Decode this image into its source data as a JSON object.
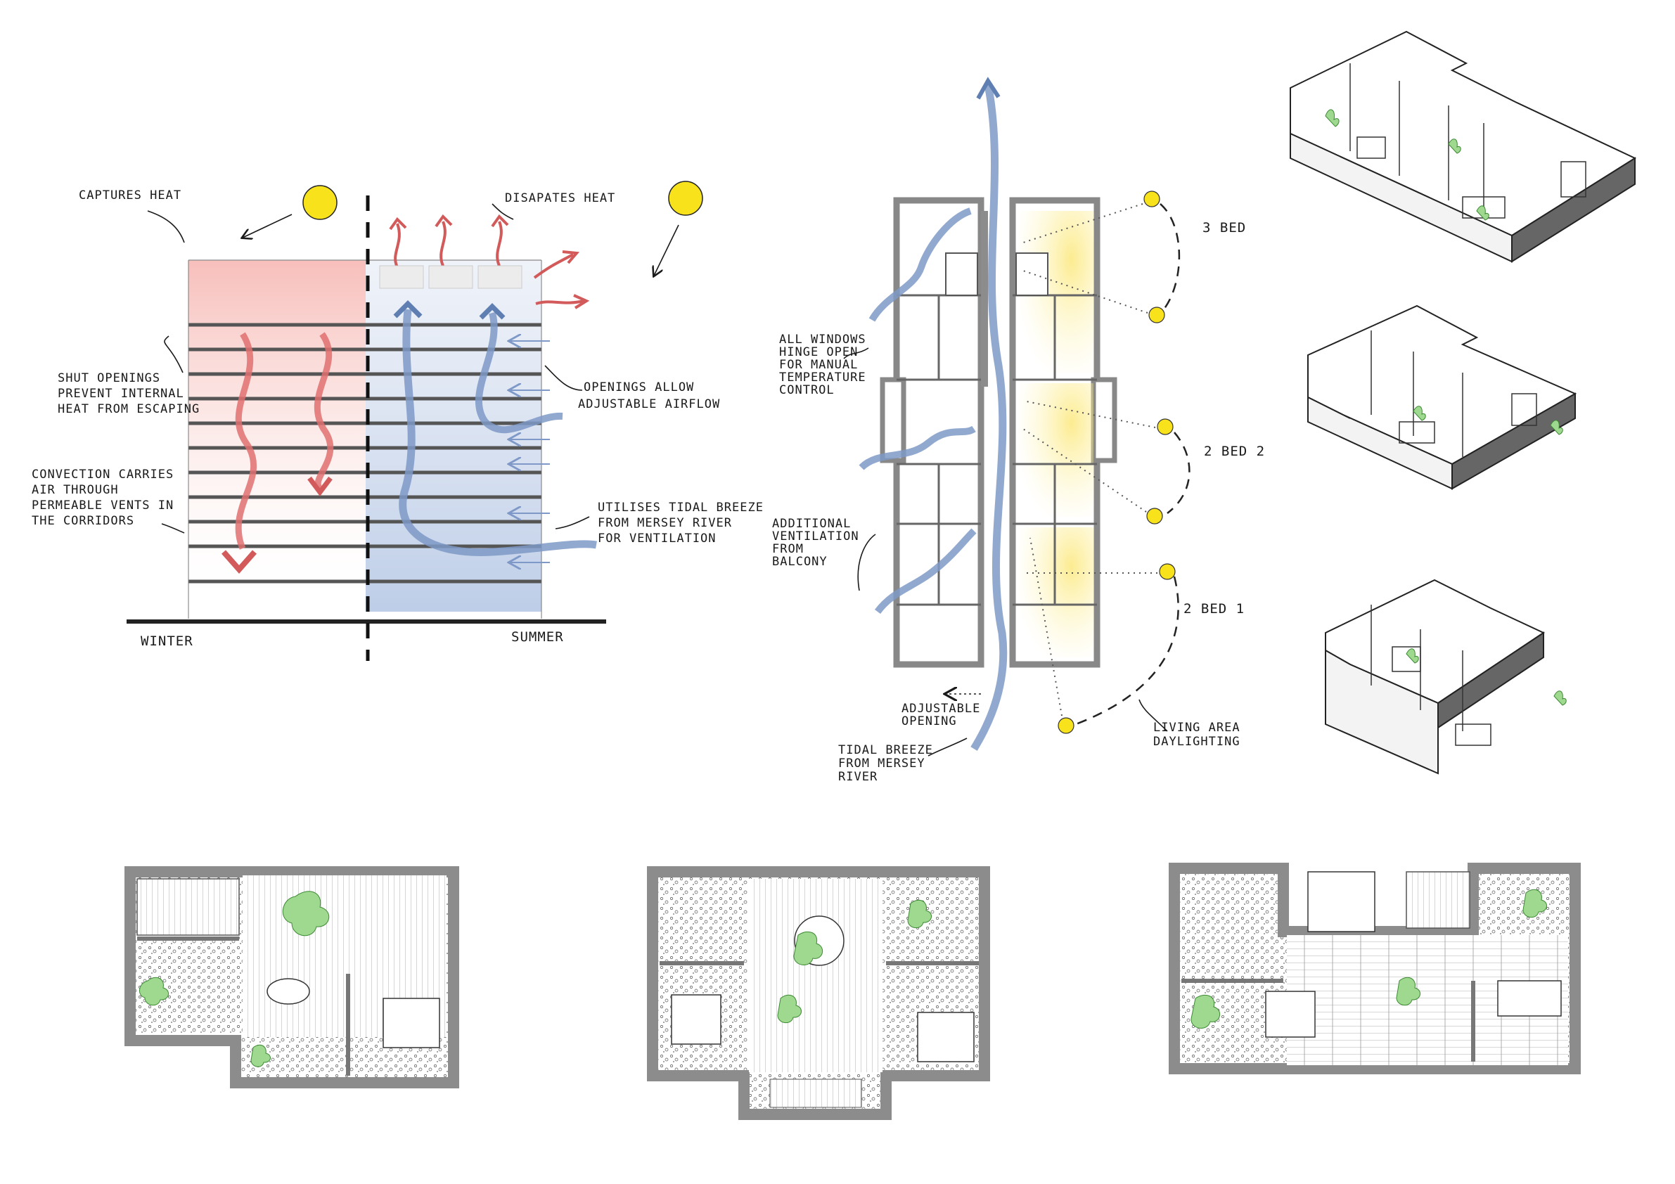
{
  "colors": {
    "sun": "#f7e21b",
    "warm": "#f08a8a",
    "cool": "#9fb7da",
    "plant": "#9fd98f",
    "wall": "#8c8c8c",
    "floor": "#444444"
  },
  "section": {
    "captures_heat": "CAPTURES HEAT",
    "disapates_heat": "DISAPATES HEAT",
    "shut_openings": [
      "SHUT OPENINGS",
      "PREVENT INTERNAL",
      "HEAT FROM ESCAPING"
    ],
    "convection": [
      "CONVECTION CARRIES",
      "AIR THROUGH",
      "PERMEABLE VENTS IN",
      "THE CORRIDORS"
    ],
    "openings_allow": [
      "OPENINGS ALLOW",
      "ADJUSTABLE AIRFLOW"
    ],
    "tidal_breeze": [
      "UTILISES TIDAL BREEZE",
      "FROM MERSEY RIVER",
      "FOR VENTILATION"
    ],
    "winter": "WINTER",
    "summer": "SUMMER"
  },
  "plan": {
    "all_windows": [
      "ALL WINDOWS",
      "HINGE OPEN",
      "FOR MANUAL",
      "TEMPERATURE",
      "CONTROL"
    ],
    "additional": [
      "ADDITIONAL",
      "VENTILATION",
      "FROM",
      "BALCONY"
    ],
    "adjustable": [
      "ADJUSTABLE",
      "OPENING"
    ],
    "tidal": [
      "TIDAL BREEZE",
      "FROM MERSEY",
      "RIVER"
    ],
    "unit_3bed": "3 BED",
    "unit_2bed2": "2 BED 2",
    "unit_2bed1": "2 BED 1",
    "living": [
      "LIVING AREA",
      "DAYLIGHTING"
    ]
  }
}
